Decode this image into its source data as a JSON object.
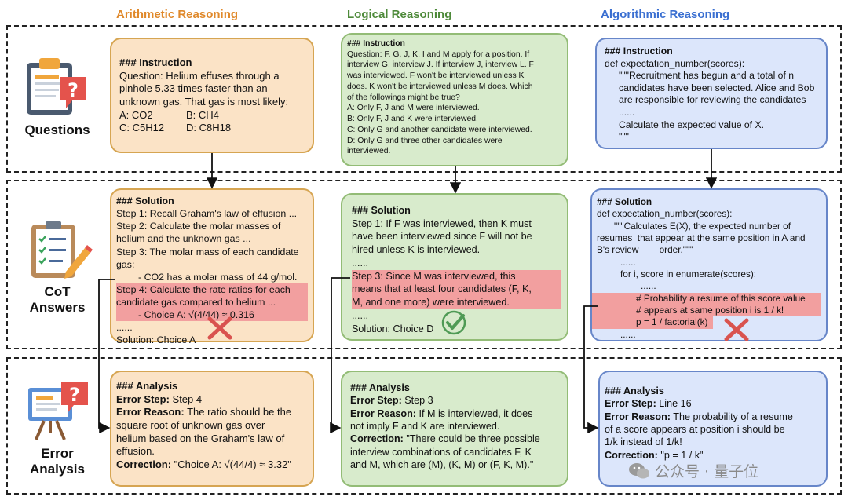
{
  "columns": {
    "arithmetic": {
      "title": "Arithmetic Reasoning",
      "color": "#e0892b"
    },
    "logical": {
      "title": "Logical Reasoning",
      "color": "#4e8a3a"
    },
    "algorithmic": {
      "title": "Algorithmic Reasoning",
      "color": "#3a6fd1"
    }
  },
  "rows": {
    "questions": {
      "label": "Questions"
    },
    "cot": {
      "label_line1": "CoT",
      "label_line2": "Answers"
    },
    "error": {
      "label_line1": "Error",
      "label_line2": "Analysis"
    }
  },
  "arith_instruction": {
    "heading": "### Instruction",
    "lines": [
      "Question: Helium effuses through a",
      "pinhole 5.33 times faster than an",
      "unknown gas. That gas is most likely:"
    ],
    "opt_a": "A: CO2",
    "opt_b": "B: CH4",
    "opt_c": "C: C5H12",
    "opt_d": "D: C8H18"
  },
  "logic_instruction": {
    "heading": "### Instruction",
    "lines": [
      "Question: F. G, J, K, I and M apply for a position. If",
      "interview G, interview J. If interview J, interview L. F",
      "was interviewed. F won't be interviewed unless K",
      "does. K won't be interviewed unless M does. Which",
      "of the followings might be true?",
      "A: Only F, J and M were interviewed.",
      "B: Only F, J and K were interviewed.",
      "C: Only G and another candidate were interviewed.",
      "D: Only G and three other candidates were",
      "interviewed."
    ]
  },
  "algo_instruction": {
    "heading": "### Instruction",
    "lines": [
      "def expectation_number(scores):",
      "\"\"\"Recruitment has begun and a total of n",
      "candidates have been selected. Alice and Bob",
      "are responsible for reviewing the candidates",
      "......",
      "Calculate the expected value of X.",
      "\"\"\""
    ]
  },
  "arith_solution": {
    "heading": "### Solution",
    "lines": [
      "Step 1: Recall Graham's law of effusion ...",
      "Step 2: Calculate the molar masses of",
      "helium and the unknown gas ...",
      "Step 3: The molar mass of each candidate",
      "gas:",
      "- CO2 has a molar mass of 44 g/mol."
    ],
    "highlight": [
      "Step 4: Calculate the rate ratios for each",
      "candidate gas compared to helium ...",
      "- Choice A: √(4/44) ≈ 0.316"
    ],
    "tail": [
      "......",
      "Solution: Choice A"
    ]
  },
  "logic_solution": {
    "heading": "### Solution",
    "lines": [
      "Step 1: If F was interviewed, then K must",
      "have been interviewed since F will not be",
      "hired unless K is interviewed.",
      "......"
    ],
    "highlight": [
      "Step 3: Since M was interviewed, this",
      "means that at least four candidates (F, K,",
      "M, and one more) were interviewed."
    ],
    "tail": [
      "......",
      "Solution: Choice D"
    ]
  },
  "algo_solution": {
    "heading": "### Solution",
    "lines": [
      "def expectation_number(scores):",
      "\"\"\"Calculates E(X), the expected number of",
      "resumes  that appear at the same position in A and",
      "B's review        order.\"\"\"",
      "......",
      "for i, score in enumerate(scores):",
      "......"
    ],
    "highlight": [
      "# Probability a resume of this score value",
      "# appears at same position i is 1 / k!",
      "p = 1 / factorial(k)"
    ],
    "tail": [
      "......"
    ]
  },
  "arith_analysis": {
    "heading": "### Analysis",
    "step_label": "Error Step:",
    "step_value": " Step 4",
    "reason_label": "Error Reason:",
    "reason_lines": [
      " The ratio should be the",
      "square root of unknown gas over",
      "helium based on the Graham's law of",
      "effusion."
    ],
    "corr_label": "Correction:",
    "corr_value": " \"Choice A: √(44/4) ≈ 3.32\""
  },
  "logic_analysis": {
    "heading": "### Analysis",
    "step_label": "Error Step:",
    "step_value": " Step 3",
    "reason_label": "Error Reason:",
    "reason_lines": [
      " If M is interviewed, it does",
      "not imply F and K are interviewed."
    ],
    "corr_label": "Correction:",
    "corr_lines": [
      " \"There could be three possible",
      "interview combinations of candidates F, K",
      "and M, which are (M), (K, M) or (F, K, M).\""
    ]
  },
  "algo_analysis": {
    "heading": "### Analysis",
    "step_label": "Error Step:",
    "step_value": " Line 16",
    "reason_label": "Error Reason:",
    "reason_lines": [
      " The probability of a resume",
      "of a score appears at position i should be",
      "1/k instead of 1/k!"
    ],
    "corr_label": "Correction:",
    "corr_value": " \"p = 1 / k\""
  },
  "watermark": "公众号 · 量子位",
  "icons": {
    "wrong": "red-cross-icon",
    "right": "green-check-icon"
  }
}
